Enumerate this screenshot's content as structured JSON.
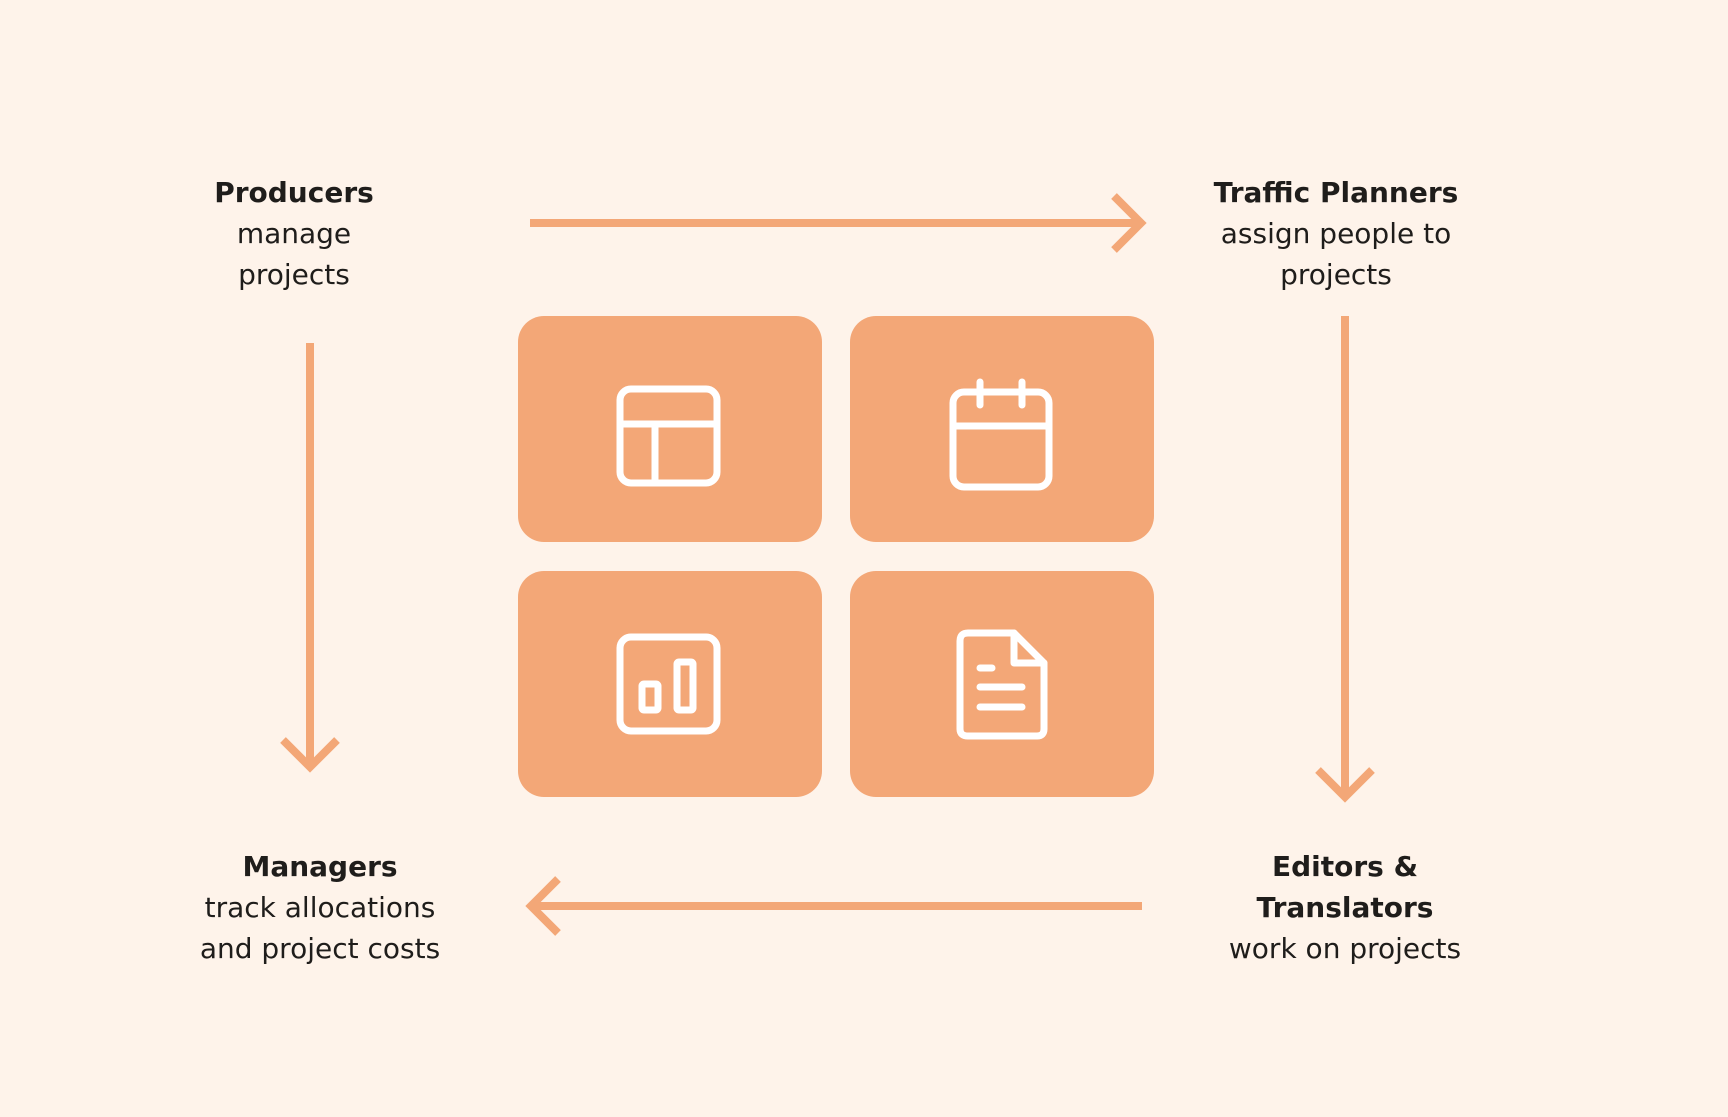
{
  "colors": {
    "background": "#fef3ea",
    "accent": "#f3a777",
    "tile": "#f3a777",
    "icon": "#ffffff",
    "text": "#1f1d1b"
  },
  "roles": {
    "producers": {
      "title": "Producers",
      "desc_lines": [
        "manage",
        "projects"
      ]
    },
    "traffic_planners": {
      "title": "Traffic Planners",
      "desc_lines": [
        "assign people to",
        "projects"
      ]
    },
    "editors_translators": {
      "title_lines": [
        "Editors &",
        "Translators"
      ],
      "desc_lines": [
        "work on projects"
      ]
    },
    "managers": {
      "title": "Managers",
      "desc_lines": [
        "track allocations",
        "and project costs"
      ]
    }
  },
  "tiles": [
    {
      "icon": "layout-icon"
    },
    {
      "icon": "calendar-icon"
    },
    {
      "icon": "bar-chart-icon"
    },
    {
      "icon": "document-icon"
    }
  ]
}
